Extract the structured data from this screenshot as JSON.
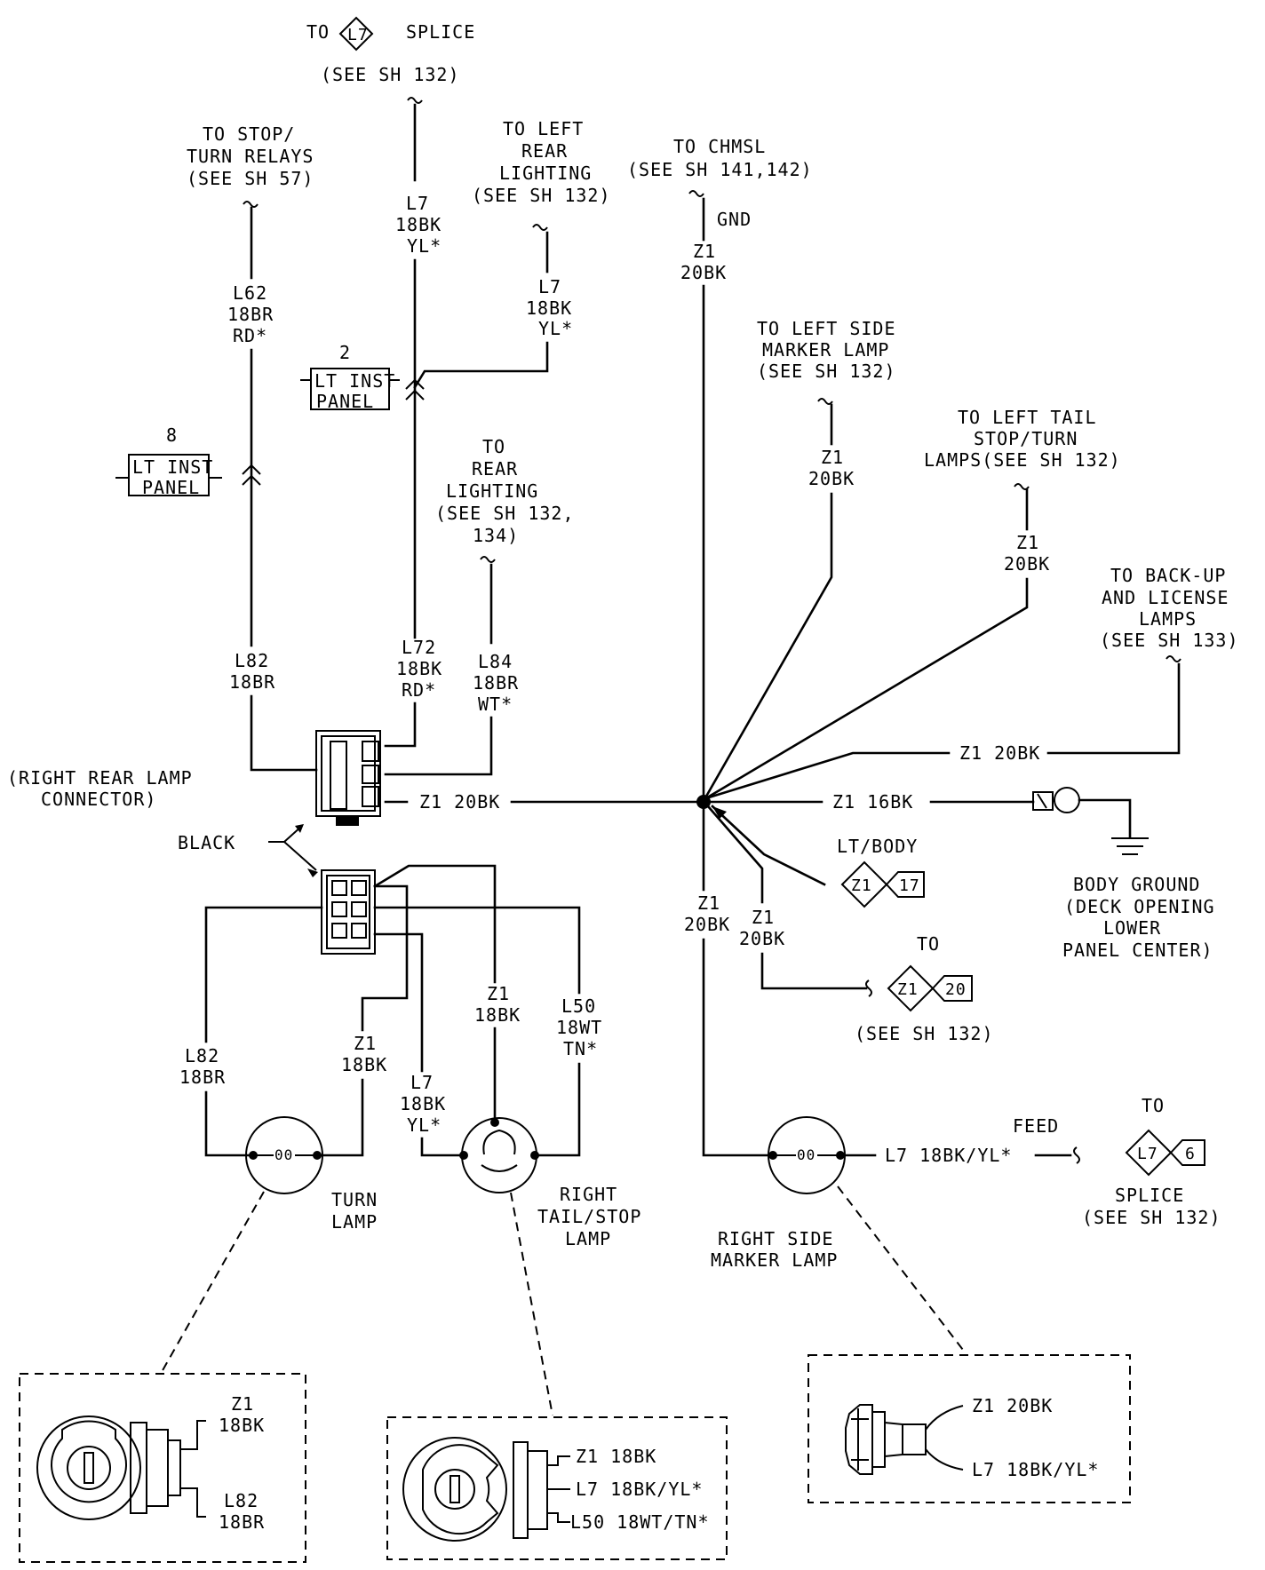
{
  "wire_labels": {
    "l7_top": [
      "L7",
      "18BK",
      "YL*"
    ],
    "l62": [
      "L62",
      "18BR",
      "RD*"
    ],
    "l7_mid": [
      "L7",
      "18BK",
      "YL*"
    ],
    "z1_chmsl": [
      "Z1",
      "20BK"
    ],
    "gnd": "GND",
    "z1_side": [
      "Z1",
      "20BK"
    ],
    "z1_tail": [
      "Z1",
      "20BK"
    ],
    "l82_upper": [
      "L82",
      "18BR"
    ],
    "l72": [
      "L72",
      "18BK",
      "RD*"
    ],
    "l84": [
      "L84",
      "18BR",
      "WT*"
    ],
    "z1_20bk_backup": "Z1 20BK",
    "z1_20bk_conn": "Z1 20BK",
    "z1_16bk": "Z1 16BK",
    "z1_down1": [
      "Z1",
      "20BK"
    ],
    "z1_down2": [
      "Z1",
      "20BK"
    ],
    "l82_lower": [
      "L82",
      "18BR"
    ],
    "z1_turn": [
      "Z1",
      "18BK"
    ],
    "z1_tail_lamp": [
      "Z1",
      "18BK"
    ],
    "l50": [
      "L50",
      "18WT",
      "TN*"
    ],
    "l7_lamp": [
      "L7",
      "18BK",
      "YL*"
    ],
    "l7_marker": "L7 18BK/YL*",
    "feed": "FEED"
  },
  "destinations": {
    "l7_splice": {
      "to": "TO",
      "code": "L7",
      "word": "SPLICE",
      "see": "(SEE SH 132)"
    },
    "stop_turn": [
      "TO STOP/",
      "TURN RELAYS",
      "(SEE SH 57)"
    ],
    "left_rear": [
      "TO LEFT",
      "REAR",
      "LIGHTING",
      "(SEE SH 132)"
    ],
    "chmsl": [
      "TO CHMSL",
      "(SEE SH 141,142)"
    ],
    "left_side": [
      "TO LEFT SIDE",
      "MARKER LAMP",
      "(SEE SH 132)"
    ],
    "left_tail": [
      "TO LEFT TAIL",
      "STOP/TURN",
      "LAMPS(SEE SH 132)"
    ],
    "rear_lighting": [
      "TO",
      "REAR",
      "LIGHTING",
      "(SEE SH 132,",
      "134)"
    ],
    "backup": [
      "TO BACK-UP",
      "AND LICENSE",
      "LAMPS",
      "(SEE SH 133)"
    ],
    "z1_20": {
      "to": "TO",
      "code": "Z1",
      "num": "20",
      "see": "(SEE SH 132)"
    },
    "l7_6": {
      "to": "TO",
      "code": "L7",
      "num": "6",
      "word": "SPLICE",
      "see": "(SEE SH 132)"
    }
  },
  "connectors": {
    "inst_panel_2": {
      "pin": "2",
      "lines": [
        "LT INST",
        "PANEL"
      ]
    },
    "inst_panel_8": {
      "pin": "8",
      "lines": [
        "LT INST",
        "PANEL"
      ]
    },
    "rear_lamp": [
      "(RIGHT REAR LAMP",
      "CONNECTOR)"
    ],
    "black": "BLACK",
    "lt_body": {
      "label": "LT/BODY",
      "code": "Z1",
      "num": "17"
    }
  },
  "ground": [
    "BODY GROUND",
    "(DECK OPENING",
    "LOWER",
    "PANEL CENTER)"
  ],
  "lamps": {
    "turn": [
      "TURN",
      "LAMP"
    ],
    "tail": [
      "RIGHT",
      "TAIL/STOP",
      "LAMP"
    ],
    "marker": [
      "RIGHT SIDE",
      "MARKER LAMP"
    ],
    "bulb_mark": "00"
  },
  "details": {
    "turn": [
      [
        "Z1",
        "18BK"
      ],
      [
        "L82",
        "18BR"
      ]
    ],
    "tail": [
      "Z1 18BK",
      "L7 18BK/YL*",
      "L50 18WT/TN*"
    ],
    "marker": [
      "Z1 20BK",
      "L7 18BK/YL*"
    ]
  }
}
